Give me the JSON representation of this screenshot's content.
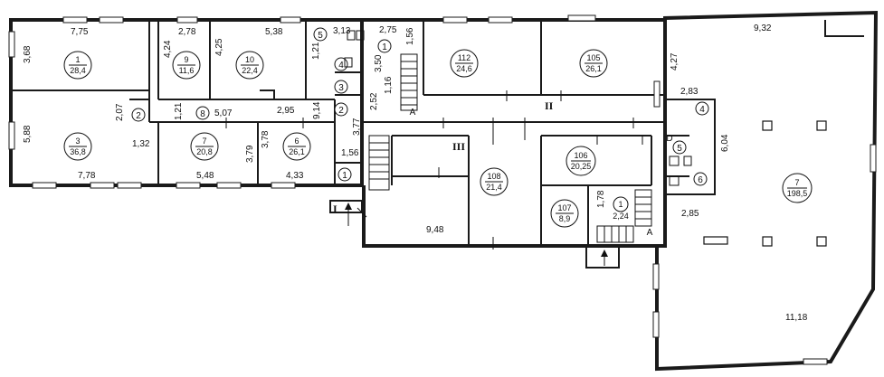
{
  "rooms": [
    {
      "id": "r1",
      "num": "1",
      "area": "28,4"
    },
    {
      "id": "r3",
      "num": "3",
      "area": "36,8"
    },
    {
      "id": "r9",
      "num": "9",
      "area": "11,6"
    },
    {
      "id": "r10",
      "num": "10",
      "area": "22,4"
    },
    {
      "id": "r7a",
      "num": "7",
      "area": "20,8"
    },
    {
      "id": "r6",
      "num": "6",
      "area": "26,1"
    },
    {
      "id": "r112",
      "num": "112",
      "area": "24,6"
    },
    {
      "id": "r105",
      "num": "105",
      "area": "26,1"
    },
    {
      "id": "r108",
      "num": "108",
      "area": "21,4"
    },
    {
      "id": "r106",
      "num": "106",
      "area": "20,25"
    },
    {
      "id": "r107",
      "num": "107",
      "area": "8,9"
    },
    {
      "id": "r1b",
      "num": "1",
      "area": "2,24"
    },
    {
      "id": "r7b",
      "num": "7",
      "area": "198,5"
    }
  ],
  "small_rooms": [
    "2",
    "8",
    "5",
    "4",
    "3",
    "2",
    "1",
    "1",
    "4",
    "5",
    "6"
  ],
  "dimensions": [
    "7,75",
    "3,68",
    "2,78",
    "4,24",
    "4,25",
    "5,38",
    "3,13",
    "2,75",
    "1,56",
    "9,32",
    "4,27",
    "2,07",
    "1,21",
    "5,07",
    "2,95",
    "9,14",
    "3,50",
    "1,21",
    "1,16",
    "2,52",
    "3,77",
    "2,83",
    "5,88",
    "1,32",
    "3,79",
    "3,78",
    "1,56",
    "6,04",
    "7,78",
    "5,48",
    "4,33",
    "9,48",
    "1,78",
    "2,85",
    "11,18"
  ],
  "corridors": [
    "II",
    "III",
    "I"
  ],
  "markers": [
    "A",
    "A",
    "D"
  ]
}
